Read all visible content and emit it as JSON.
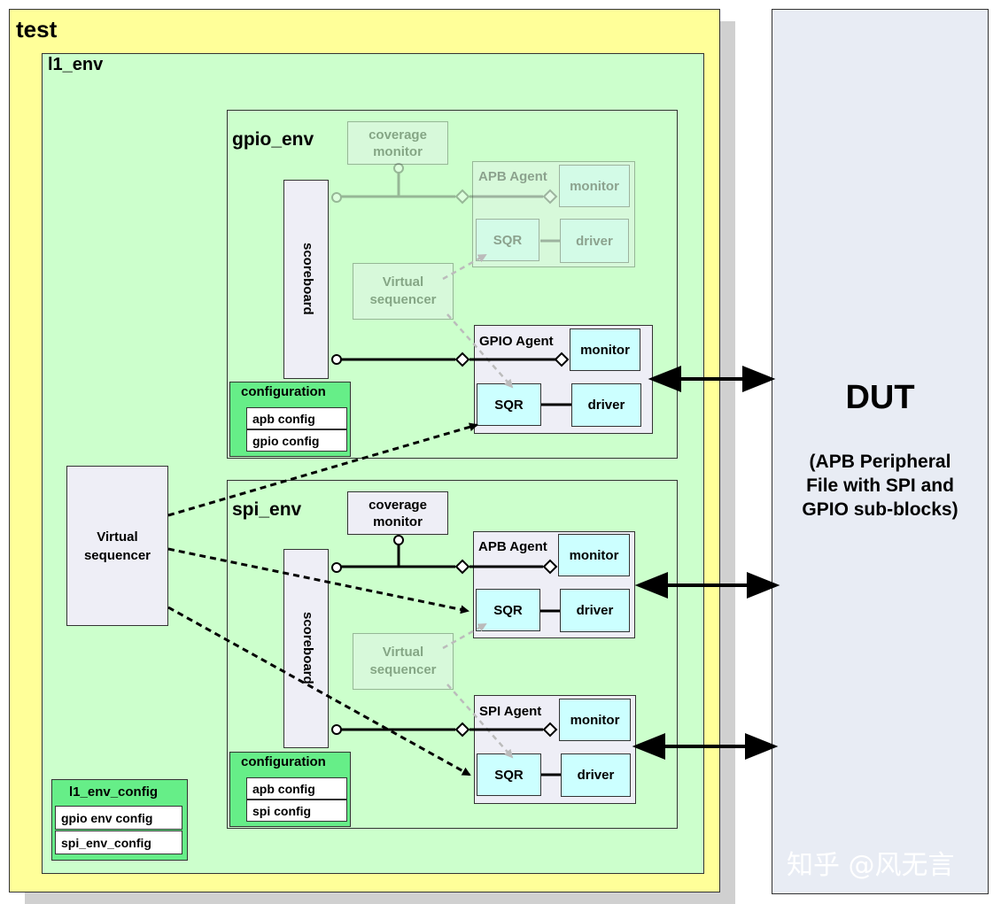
{
  "test": {
    "label": "test"
  },
  "l1_env": {
    "label": "l1_env"
  },
  "gpio_env": {
    "label": "gpio_env",
    "coverage_monitor": "coverage\nmonitor",
    "apb_agent": {
      "label": "APB Agent",
      "monitor": "monitor",
      "sqr": "SQR",
      "driver": "driver"
    },
    "virtual_sequencer": "Virtual\nsequencer",
    "gpio_agent": {
      "label": "GPIO Agent",
      "monitor": "monitor",
      "sqr": "SQR",
      "driver": "driver"
    },
    "scoreboard": "scoreboard",
    "configuration": {
      "label": "configuration",
      "items": [
        "apb config",
        "gpio config"
      ]
    }
  },
  "spi_env": {
    "label": "spi_env",
    "coverage_monitor": "coverage\nmonitor",
    "apb_agent": {
      "label": "APB Agent",
      "monitor": "monitor",
      "sqr": "SQR",
      "driver": "driver"
    },
    "virtual_sequencer": "Virtual\nsequencer",
    "spi_agent": {
      "label": "SPI Agent",
      "monitor": "monitor",
      "sqr": "SQR",
      "driver": "driver"
    },
    "scoreboard": "scoreboard",
    "configuration": {
      "label": "configuration",
      "items": [
        "apb config",
        "spi config"
      ]
    }
  },
  "virtual_sequencer": "Virtual\nsequencer",
  "l1_env_config": {
    "label": "l1_env_config",
    "items": [
      "gpio env config",
      "spi_env_config"
    ]
  },
  "dut": {
    "title": "DUT",
    "subtitle": "(APB Peripheral\nFile with SPI and\nGPIO sub-blocks)"
  },
  "watermark": "知乎 @风无言",
  "colors": {
    "test_bg": "#ffff99",
    "env_bg": "#ccffcc",
    "config_bg": "#66ee88",
    "block_bg": "#eeeef6",
    "cyan": "#ccffff",
    "dut_bg": "#e8ecf4"
  }
}
